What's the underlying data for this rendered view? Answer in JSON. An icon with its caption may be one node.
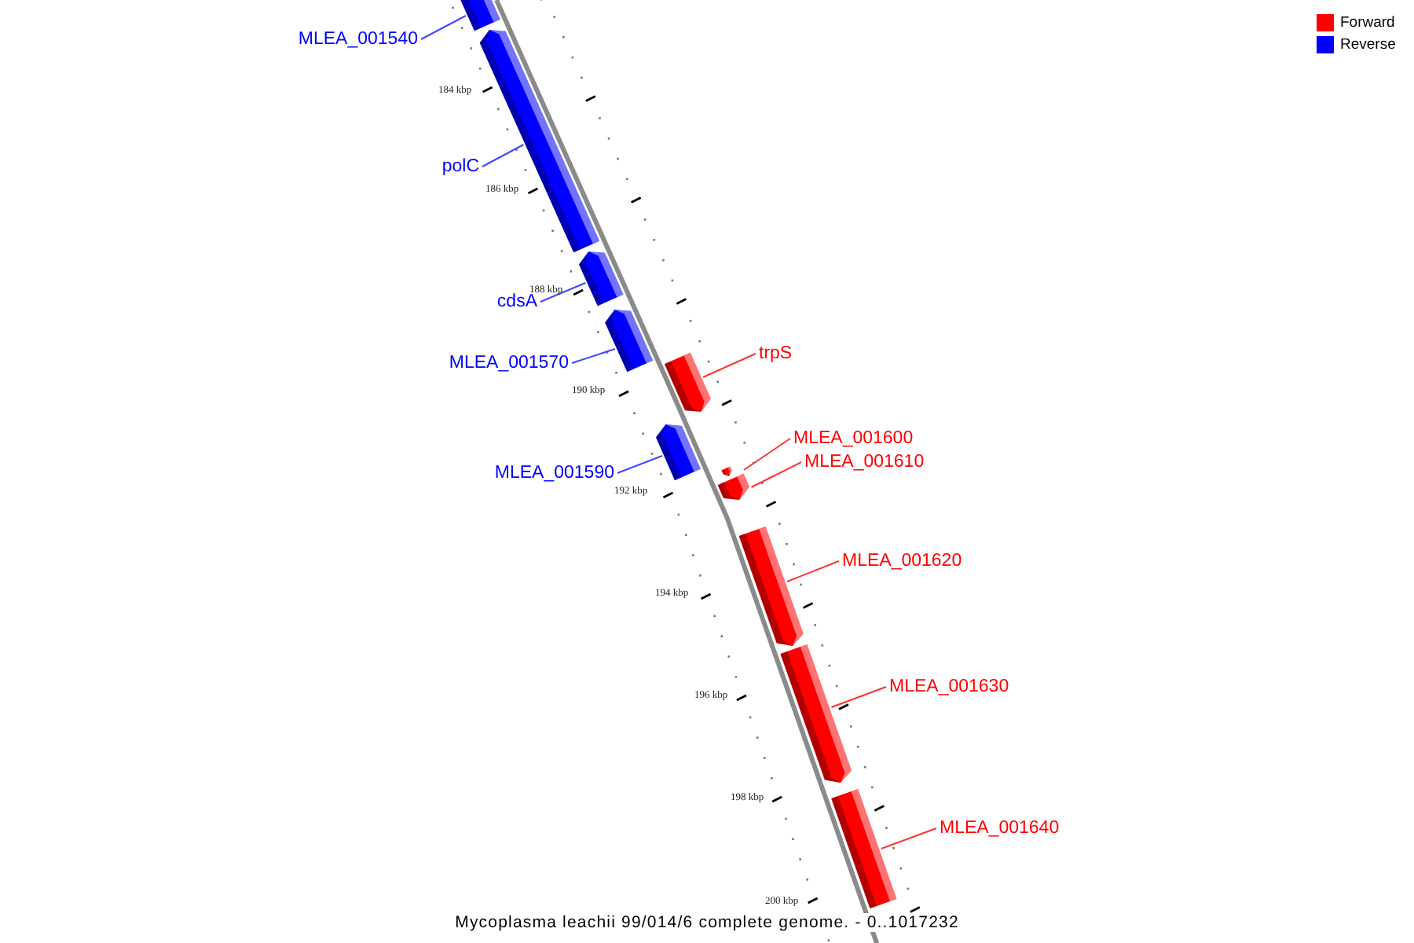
{
  "diagram": {
    "caption": "Mycoplasma leachii 99/014/6 complete genome. - 0..1017232",
    "nodes": [
      {
        "text": [
          "MLEA_001540"
        ]
      },
      {
        "text": [],
        "shape": "bar"
      },
      {
        "text": [
          "polC"
        ]
      },
      {
        "text": [],
        "shape": "bar"
      },
      {
        "text": [
          "cdsA"
        ]
      },
      {
        "text": [],
        "shape": "bar"
      },
      {
        "text": [
          "MLEA_001570"
        ]
      },
      {
        "text": [],
        "shape": "bar"
      },
      {
        "text": [
          "trpS"
        ]
      },
      {
        "text": [],
        "shape": "bar"
      },
      {
        "text": [
          "MLEA_001590"
        ]
      },
      {
        "text": [],
        "shape": "bar"
      },
      {
        "text": [
          "MLEA_001600"
        ]
      },
      {
        "text": [],
        "shape": "bar"
      },
      {
        "text": [
          "MLEA_001610"
        ]
      },
      {
        "text": [],
        "shape": "bar"
      },
      {
        "text": [
          "MLEA_001620"
        ]
      },
      {
        "text": [],
        "shape": "bar"
      },
      {
        "text": [
          "MLEA_001630"
        ]
      },
      {
        "text": [],
        "shape": "bar"
      },
      {
        "text": [
          "MLEA_001640"
        ]
      },
      {
        "text": [],
        "shape": "bar"
      }
    ],
    "edges": [
      {
        "from": 0,
        "to": 1,
        "arrow": "none",
        "color": "#4444ff"
      },
      {
        "from": 2,
        "to": 3,
        "arrow": "none",
        "color": "#4444ff"
      },
      {
        "from": 4,
        "to": 5,
        "arrow": "none",
        "color": "#4444ff"
      },
      {
        "from": 6,
        "to": 7,
        "arrow": "none",
        "color": "#4444ff"
      },
      {
        "from": 8,
        "to": 9,
        "arrow": "none"
      },
      {
        "from": 10,
        "to": 11,
        "arrow": "none",
        "color": "#4444ff"
      },
      {
        "from": 12,
        "to": 13,
        "arrow": "none"
      },
      {
        "from": 14,
        "to": 15,
        "arrow": "none"
      },
      {
        "from": 16,
        "to": 17,
        "arrow": "none"
      },
      {
        "from": 18,
        "to": 19,
        "arrow": "none"
      },
      {
        "from": 20,
        "to": 21,
        "arrow": "none"
      }
    ],
    "labels": [
      "184 kbp",
      "186 kbp",
      "188 kbp",
      "190 kbp",
      "192 kbp",
      "194 kbp",
      "196 kbp",
      "198 kbp",
      "200 kbp"
    ],
    "legend": [
      {
        "text": "Forward",
        "color": "#ff0000"
      },
      {
        "text": "Reverse",
        "color": "#0000ff"
      }
    ]
  }
}
